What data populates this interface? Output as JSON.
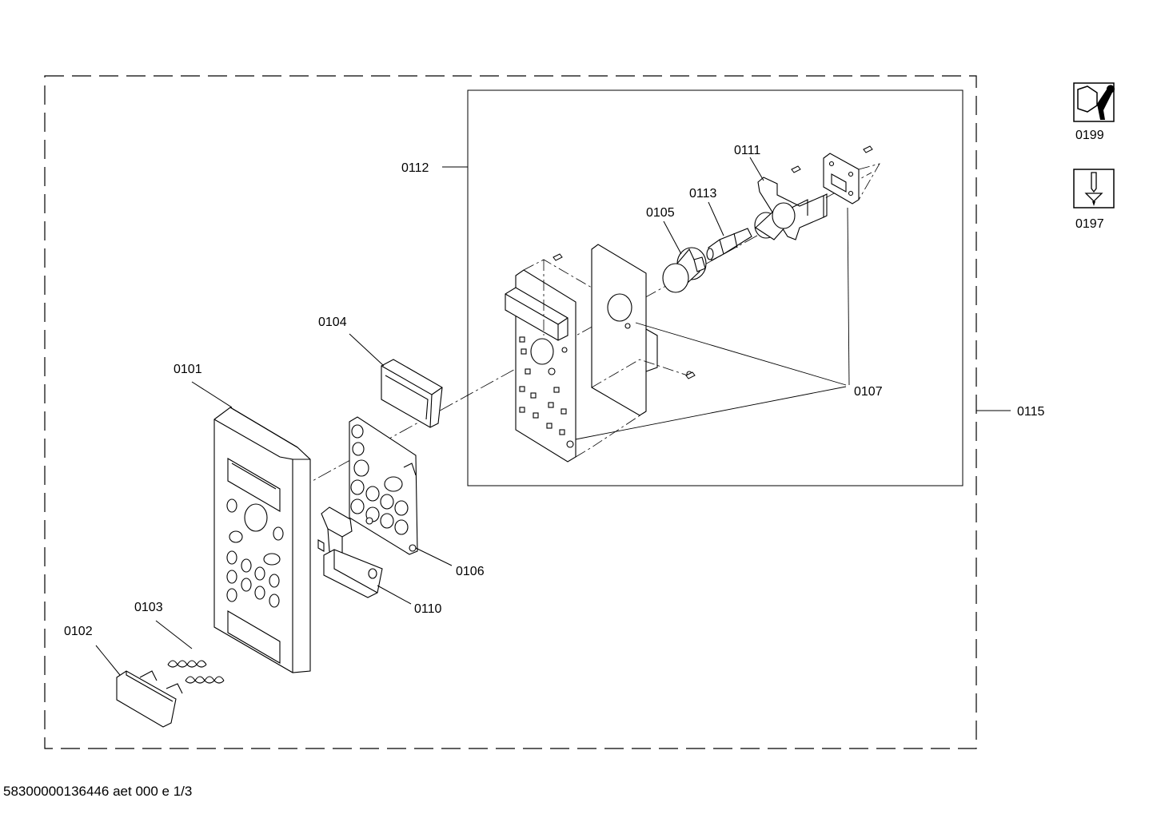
{
  "diagram": {
    "assembly_label": "0115",
    "subassembly_label": "0112",
    "parts": {
      "p0101": "0101",
      "p0102": "0102",
      "p0103": "0103",
      "p0104": "0104",
      "p0105": "0105",
      "p0106": "0106",
      "p0107": "0107",
      "p0110": "0110",
      "p0111": "0111",
      "p0113": "0113"
    }
  },
  "legend": {
    "tool_label": "0199",
    "screw_label": "0197",
    "tool_icon": "wrench-nut-icon",
    "screw_icon": "screwdriver-screw-icon"
  },
  "footer": {
    "document_id": "58300000136446 aet 000 e  1/3"
  }
}
